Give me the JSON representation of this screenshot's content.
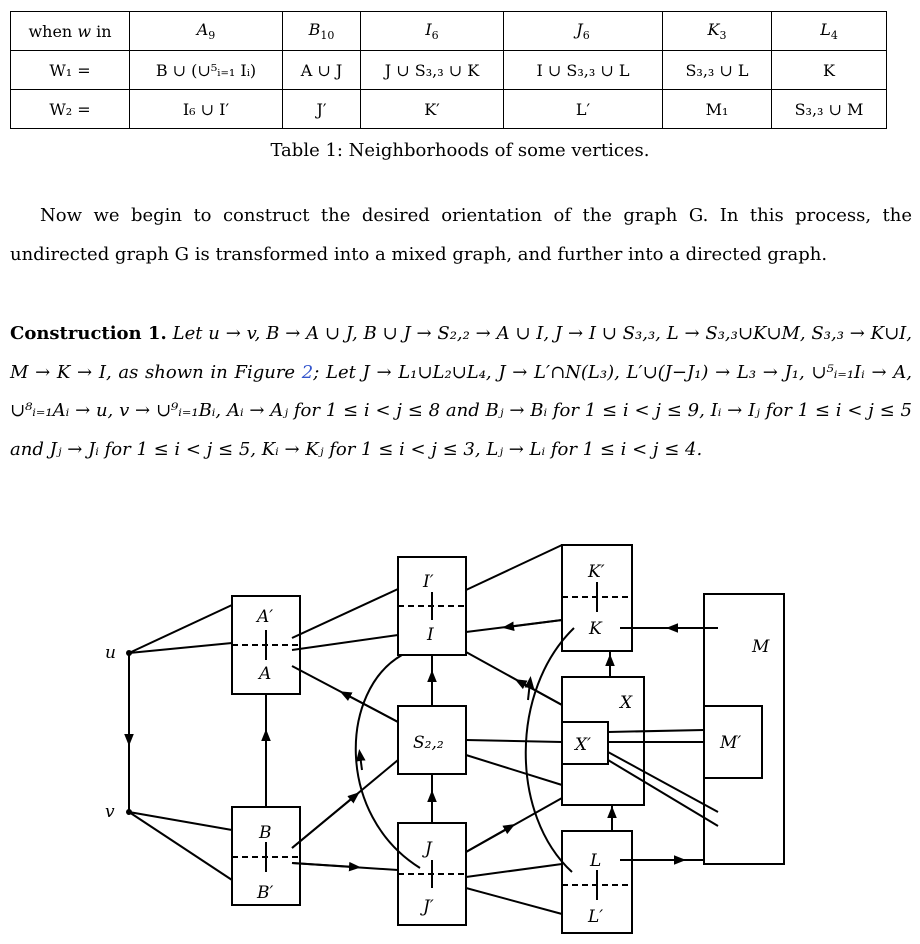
{
  "table": {
    "header": [
      "when w in",
      "A",
      "B",
      "I",
      "J",
      "K",
      "L"
    ],
    "header_subs": [
      "",
      "9",
      "10",
      "6",
      "6",
      "3",
      "4"
    ],
    "row1_label": "W₁ =",
    "row1": [
      "B ∪ (∪⁵ᵢ₌₁ Iᵢ)",
      "A ∪ J",
      "J ∪ S₃,₃ ∪ K",
      "I ∪ S₃,₃ ∪ L",
      "S₃,₃ ∪ L",
      "K"
    ],
    "row2_label": "W₂ =",
    "row2": [
      "I₆ ∪ I′",
      "J′",
      "K′",
      "L′",
      "M₁",
      "S₃,₃ ∪ M"
    ]
  },
  "caption": "Table 1: Neighborhoods of some vertices.",
  "paragraph1": "Now we begin to construct the desired orientation of the graph G. In this process, the undirected graph G is transformed into a mixed graph, and further into a directed graph.",
  "construction": {
    "title": "Construction 1.",
    "body_part1": "Let u → v, B → A ∪ J, B ∪ J → S₂,₂ → A ∪ I, J → I ∪ S₃,₃, L → S₃,₃∪K∪M, S₃,₃ → K∪I, M → K → I, as shown in Figure",
    "figure_ref": "2",
    "body_part2": "; Let J → L₁∪L₂∪L₄, J → L′∩N(L₃), L′∪(J−J₁) → L₃ → J₁, ∪⁵ᵢ₌₁Iᵢ → A, ∪⁸ᵢ₌₁Aᵢ → u, v → ∪⁹ᵢ₌₁Bᵢ, Aᵢ → Aⱼ for 1 ≤ i < j ≤ 8 and Bⱼ → Bᵢ for 1 ≤ i < j ≤ 9, Iᵢ → Iⱼ for 1 ≤ i < j ≤ 5 and Jⱼ → Jᵢ for 1 ≤ i < j ≤ 5, Kᵢ → Kⱼ for 1 ≤ i < j ≤ 3, Lⱼ → Lᵢ for 1 ≤ i < j ≤ 4."
  },
  "figure": {
    "labels": {
      "u": "u",
      "v": "v",
      "A_prime": "A′",
      "A": "A",
      "B": "B",
      "B_prime": "B′",
      "I_prime": "I′",
      "I": "I",
      "S22": "S₂,₂",
      "J": "J",
      "J_prime": "J′",
      "K_prime": "K′",
      "K": "K",
      "X": "X",
      "X_prime": "X′",
      "L": "L",
      "L_prime": "L′",
      "M": "M",
      "M_prime": "M′"
    }
  }
}
